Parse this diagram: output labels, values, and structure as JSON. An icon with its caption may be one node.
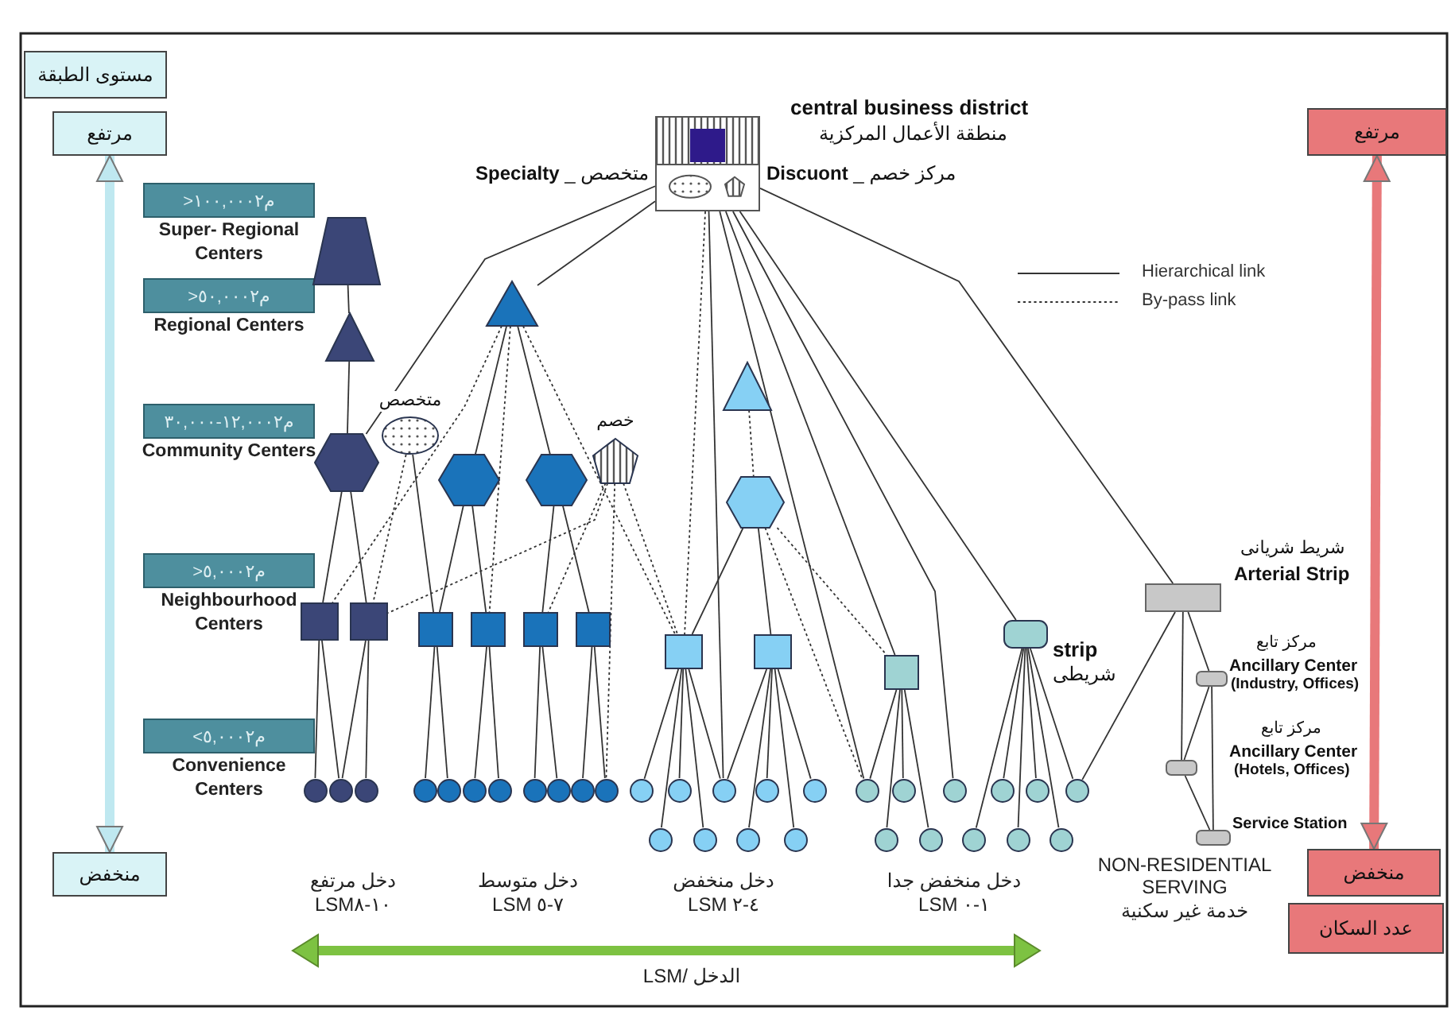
{
  "diagram": {
    "nodes": [
      {
        "text": [
          "مستوى الطبقة"
        ]
      },
      {
        "text": [
          "مرتفع"
        ]
      },
      {
        "text": [
          "منخفض"
        ]
      },
      {
        "text": [
          "مرتفع"
        ]
      },
      {
        "text": [
          "منخفض"
        ]
      },
      {
        "text": [
          "عدد السكان"
        ]
      },
      {
        "text": [],
        "shape": "box",
        "beside": [
          "central business district",
          "منطقة الأعمال المركزية",
          "**Specialty** _ متخصص",
          "**Discuont** _ مركز خصم"
        ]
      },
      {
        "text": [
          ">١٠٠,٠٠٠٢م",
          "Super- Regional Centers"
        ]
      },
      {
        "text": [
          ">٥٠,٠٠٠٢م",
          "Regional Centers"
        ]
      },
      {
        "text": [
          "٣٠,٠٠٠-١٢,٠٠٠٢م",
          "Community Centers"
        ]
      },
      {
        "text": [
          ">٥,٠٠٠٢م",
          "Neighbourhood Centers"
        ]
      },
      {
        "text": [
          "<٥,٠٠٠٢م",
          "Convenience Centers"
        ]
      },
      {
        "text": [],
        "shape": "trapezoid"
      },
      {
        "text": [],
        "shape": "triangle"
      },
      {
        "text": [],
        "shape": "hexagon"
      },
      {
        "text": [],
        "shape": "ellipse",
        "beside": [
          "متخصص"
        ]
      },
      {
        "text": [],
        "shape": "triangle"
      },
      {
        "text": [],
        "shape": "hexagon"
      },
      {
        "text": [],
        "shape": "hexagon"
      },
      {
        "text": [],
        "shape": "pentagon",
        "beside": [
          "خصم"
        ]
      },
      {
        "text": [],
        "shape": "triangle"
      },
      {
        "text": [],
        "shape": "hexagon"
      },
      {
        "text": [],
        "shape": "box"
      },
      {
        "text": [],
        "shape": "box"
      },
      {
        "text": [],
        "shape": "box"
      },
      {
        "text": [],
        "shape": "box"
      },
      {
        "text": [],
        "shape": "box"
      },
      {
        "text": [],
        "shape": "box"
      },
      {
        "text": [],
        "shape": "box"
      },
      {
        "text": [],
        "shape": "box"
      },
      {
        "text": [],
        "shape": "box"
      },
      {
        "text": [],
        "shape": "box",
        "beside": [
          "strip",
          "شريطى"
        ]
      },
      {
        "text": [],
        "shape": "bar",
        "beside": [
          "شريط شريانى",
          "Arterial Strip"
        ]
      },
      {
        "text": [],
        "shape": "box",
        "beside": [
          "مركز تابع",
          "Ancillary Center",
          "(Industry, Offices)"
        ]
      },
      {
        "text": [],
        "shape": "box",
        "beside": [
          "مركز تابع",
          "Ancillary Center",
          "(Hotels, Offices)"
        ]
      },
      {
        "text": [],
        "shape": "box",
        "beside": [
          "Service Station"
        ]
      },
      {
        "text": [],
        "shape": "circle"
      },
      {
        "text": [],
        "shape": "circle"
      },
      {
        "text": [],
        "shape": "circle"
      },
      {
        "text": [],
        "shape": "circle"
      },
      {
        "text": [],
        "shape": "circle"
      },
      {
        "text": [],
        "shape": "circle"
      },
      {
        "text": [],
        "shape": "circle"
      },
      {
        "text": [],
        "shape": "circle"
      },
      {
        "text": [],
        "shape": "circle"
      },
      {
        "text": [],
        "shape": "circle"
      },
      {
        "text": [],
        "shape": "circle"
      },
      {
        "text": [],
        "shape": "circle"
      },
      {
        "text": [],
        "shape": "circle"
      },
      {
        "text": [],
        "shape": "circle"
      },
      {
        "text": [],
        "shape": "circle"
      },
      {
        "text": [],
        "shape": "circle"
      },
      {
        "text": [],
        "shape": "circle"
      },
      {
        "text": [],
        "shape": "circle"
      },
      {
        "text": [],
        "shape": "circle"
      },
      {
        "text": [],
        "shape": "circle"
      },
      {
        "text": [],
        "shape": "circle"
      },
      {
        "text": [],
        "shape": "circle"
      },
      {
        "text": [],
        "shape": "circle"
      },
      {
        "text": [],
        "shape": "circle"
      },
      {
        "text": [],
        "shape": "circle"
      },
      {
        "text": [],
        "shape": "circle"
      },
      {
        "text": [],
        "shape": "circle"
      },
      {
        "text": [],
        "shape": "circle"
      },
      {
        "text": [],
        "shape": "circle"
      },
      {
        "text": [],
        "shape": "circle"
      },
      {
        "text": [],
        "shape": "circle"
      }
    ],
    "edges": [
      {
        "from": 1,
        "to": 2,
        "arrow": "both",
        "style": "thick",
        "color": "#bfe8f0"
      },
      {
        "from": 3,
        "to": 4,
        "arrow": "both",
        "style": "thick",
        "color": "#e8787a"
      },
      {
        "from": 12,
        "to": 13,
        "arrow": "none"
      },
      {
        "from": 13,
        "to": 14,
        "arrow": "none"
      },
      {
        "from": 6,
        "to": 14,
        "arrow": "none"
      },
      {
        "from": 6,
        "to": 16,
        "arrow": "none"
      },
      {
        "from": 14,
        "to": 22,
        "arrow": "none"
      },
      {
        "from": 14,
        "to": 23,
        "arrow": "none"
      },
      {
        "from": 15,
        "to": 23,
        "arrow": "none",
        "style": "dashed"
      },
      {
        "from": 15,
        "to": 24,
        "arrow": "none"
      },
      {
        "from": 16,
        "to": 22,
        "arrow": "none",
        "style": "dashed"
      },
      {
        "from": 16,
        "to": 17,
        "arrow": "none"
      },
      {
        "from": 16,
        "to": 18,
        "arrow": "none"
      },
      {
        "from": 16,
        "to": 25,
        "arrow": "none",
        "style": "dashed"
      },
      {
        "from": 16,
        "to": 28,
        "arrow": "none",
        "style": "dashed"
      },
      {
        "from": 17,
        "to": 24,
        "arrow": "none"
      },
      {
        "from": 17,
        "to": 25,
        "arrow": "none"
      },
      {
        "from": 18,
        "to": 26,
        "arrow": "none"
      },
      {
        "from": 18,
        "to": 27,
        "arrow": "none"
      },
      {
        "from": 19,
        "to": 23,
        "arrow": "none",
        "style": "dashed"
      },
      {
        "from": 19,
        "to": 26,
        "arrow": "none",
        "style": "dashed"
      },
      {
        "from": 19,
        "to": 46,
        "arrow": "none",
        "style": "dashed"
      },
      {
        "from": 19,
        "to": 28,
        "arrow": "none",
        "style": "dashed"
      },
      {
        "from": 20,
        "to": 21,
        "arrow": "none",
        "style": "dashed"
      },
      {
        "from": 21,
        "to": 28,
        "arrow": "none"
      },
      {
        "from": 21,
        "to": 29,
        "arrow": "none"
      },
      {
        "from": 21,
        "to": 30,
        "arrow": "none",
        "style": "dashed"
      },
      {
        "from": 21,
        "to": 56,
        "arrow": "none",
        "style": "dashed"
      },
      {
        "from": 6,
        "to": 28,
        "arrow": "none",
        "style": "dashed"
      },
      {
        "from": 6,
        "to": 49,
        "arrow": "none"
      },
      {
        "from": 6,
        "to": 30,
        "arrow": "none"
      },
      {
        "from": 6,
        "to": 56,
        "arrow": "none"
      },
      {
        "from": 6,
        "to": 58,
        "arrow": "none"
      },
      {
        "from": 6,
        "to": 31,
        "arrow": "none"
      },
      {
        "from": 6,
        "to": 32,
        "arrow": "none"
      },
      {
        "from": 22,
        "to": 36,
        "arrow": "none"
      },
      {
        "from": 22,
        "to": 37,
        "arrow": "none"
      },
      {
        "from": 23,
        "to": 37,
        "arrow": "none"
      },
      {
        "from": 23,
        "to": 38,
        "arrow": "none"
      },
      {
        "from": 24,
        "to": 39,
        "arrow": "none"
      },
      {
        "from": 24,
        "to": 40,
        "arrow": "none"
      },
      {
        "from": 25,
        "to": 41,
        "arrow": "none"
      },
      {
        "from": 25,
        "to": 42,
        "arrow": "none"
      },
      {
        "from": 26,
        "to": 43,
        "arrow": "none"
      },
      {
        "from": 26,
        "to": 44,
        "arrow": "none"
      },
      {
        "from": 27,
        "to": 45,
        "arrow": "none"
      },
      {
        "from": 27,
        "to": 46,
        "arrow": "none"
      },
      {
        "from": 28,
        "to": 47,
        "arrow": "none"
      },
      {
        "from": 28,
        "to": 48,
        "arrow": "none"
      },
      {
        "from": 28,
        "to": 49,
        "arrow": "none"
      },
      {
        "from": 28,
        "to": 52,
        "arrow": "none"
      },
      {
        "from": 28,
        "to": 53,
        "arrow": "none"
      },
      {
        "from": 29,
        "to": 49,
        "arrow": "none"
      },
      {
        "from": 29,
        "to": 50,
        "arrow": "none"
      },
      {
        "from": 29,
        "to": 51,
        "arrow": "none"
      },
      {
        "from": 29,
        "to": 54,
        "arrow": "none"
      },
      {
        "from": 29,
        "to": 55,
        "arrow": "none"
      },
      {
        "from": 30,
        "to": 56,
        "arrow": "none"
      },
      {
        "from": 30,
        "to": 57,
        "arrow": "none"
      },
      {
        "from": 30,
        "to": 62,
        "arrow": "none"
      },
      {
        "from": 30,
        "to": 63,
        "arrow": "none"
      },
      {
        "from": 31,
        "to": 59,
        "arrow": "none"
      },
      {
        "from": 31,
        "to": 60,
        "arrow": "none"
      },
      {
        "from": 31,
        "to": 61,
        "arrow": "none"
      },
      {
        "from": 31,
        "to": 64,
        "arrow": "none"
      },
      {
        "from": 31,
        "to": 65,
        "arrow": "none"
      },
      {
        "from": 31,
        "to": 66,
        "arrow": "none"
      },
      {
        "from": 32,
        "to": 61,
        "arrow": "none"
      },
      {
        "from": 32,
        "to": 33,
        "arrow": "none"
      },
      {
        "from": 32,
        "to": 34,
        "arrow": "none"
      },
      {
        "from": 33,
        "to": 34,
        "arrow": "none"
      },
      {
        "from": 33,
        "to": 35,
        "arrow": "none"
      },
      {
        "from": 34,
        "to": 35,
        "arrow": "none"
      }
    ],
    "labels": [
      "دخل مرتفع",
      "LSM٨-١٠",
      "دخل متوسط",
      "LSM ٥-٧",
      "دخل منخفض",
      "LSM ٢-٤",
      "دخل منخفض جدا",
      "LSM ٠-١",
      "NON-RESIDENTIAL SERVING",
      "خدمة غير سكنية",
      "LSM/ الدخل"
    ],
    "legend": [
      {
        "text": "Hierarchical link"
      },
      {
        "text": "By-pass link"
      }
    ]
  }
}
